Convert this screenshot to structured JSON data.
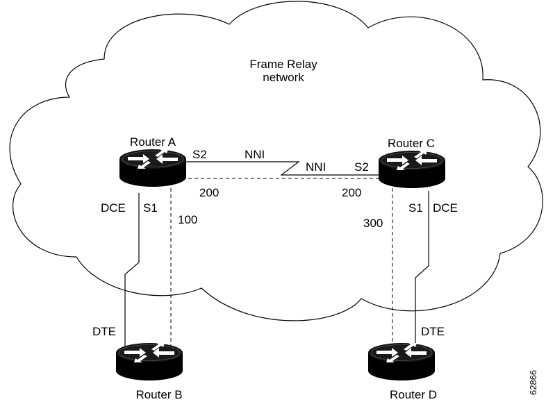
{
  "network": {
    "title_line1": "Frame Relay",
    "title_line2": "network"
  },
  "routers": [
    {
      "id": "A",
      "name": "Router A"
    },
    {
      "id": "B",
      "name": "Router B"
    },
    {
      "id": "C",
      "name": "Router C"
    },
    {
      "id": "D",
      "name": "Router D"
    }
  ],
  "interfaces": {
    "router_a_s2": "S2",
    "router_a_s1": "S1",
    "router_a_dce": "DCE",
    "router_c_s2": "S2",
    "router_c_s1": "S1",
    "router_c_dce": "DCE",
    "router_b_dte": "DTE",
    "router_d_dte": "DTE"
  },
  "nni_labels": {
    "left": "NNI",
    "right": "NNI"
  },
  "dlci_labels": {
    "a_to_b": "100",
    "a_to_c": "200",
    "c_to_a": "200",
    "c_to_d": "300"
  },
  "figure_id": "62866",
  "colors": {
    "line": "#000000",
    "router_body": "#000000",
    "background": "#ffffff"
  }
}
